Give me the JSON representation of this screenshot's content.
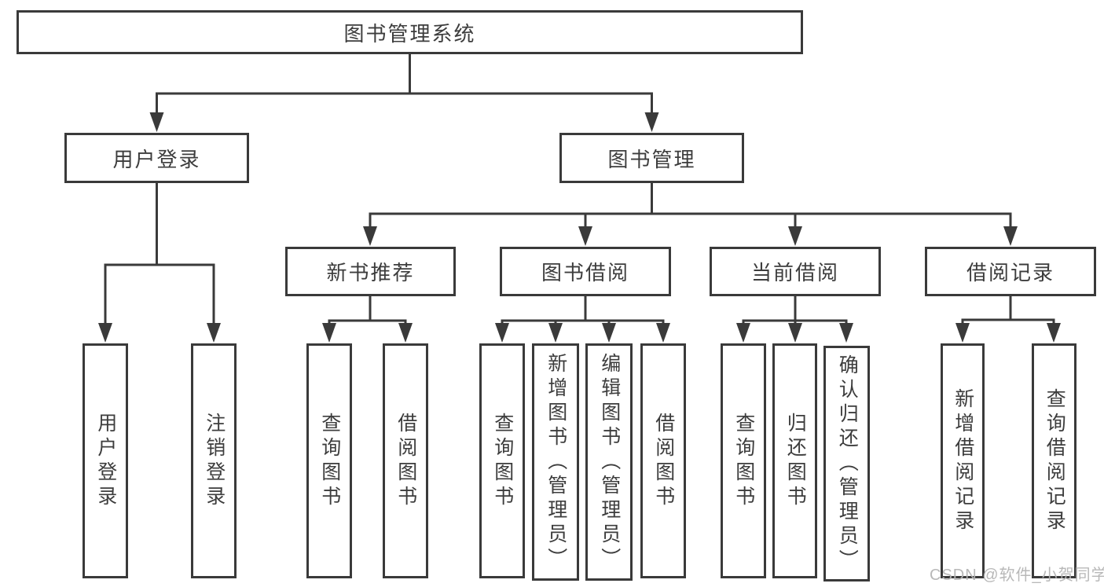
{
  "diagram": {
    "title": "图书管理系统",
    "type": "hierarchy-tree",
    "colors": {
      "line": "#3a3a3a",
      "box_border": "#3a3a3a",
      "text": "#3d3d3d",
      "background": "#ffffff",
      "watermark": "#b5b5b5"
    }
  },
  "nodes": {
    "root": {
      "label": "图书管理系统"
    },
    "userLogin": {
      "label": "用户登录"
    },
    "bookMgmt": {
      "label": "图书管理"
    },
    "newBooks": {
      "label": "新书推荐"
    },
    "bookBorrow": {
      "label": "图书借阅"
    },
    "currentBorrow": {
      "label": "当前借阅"
    },
    "borrowRecords": {
      "label": "借阅记录"
    },
    "leafUserLogin": {
      "label": "用户登录"
    },
    "leafLogout": {
      "label": "注销登录"
    },
    "leafNewQuery": {
      "label": "查询图书"
    },
    "leafNewBorrow": {
      "label": "借阅图书"
    },
    "leafBorrowQuery": {
      "label": "查询图书"
    },
    "leafBorrowAdd": {
      "label": "新增图书（管理员）"
    },
    "leafBorrowEdit": {
      "label": "编辑图书（管理员）"
    },
    "leafBorrowBorrow": {
      "label": "借阅图书"
    },
    "leafCurrentQuery": {
      "label": "查询图书"
    },
    "leafCurrentReturn": {
      "label": "归还图书"
    },
    "leafCurrentConfirm": {
      "label": "确认归还（管理员）"
    },
    "leafRecordAdd": {
      "label": "新增借阅记录"
    },
    "leafRecordQuery": {
      "label": "查询借阅记录"
    }
  },
  "watermark": {
    "text": "CSDN @软件_小贺同学"
  }
}
